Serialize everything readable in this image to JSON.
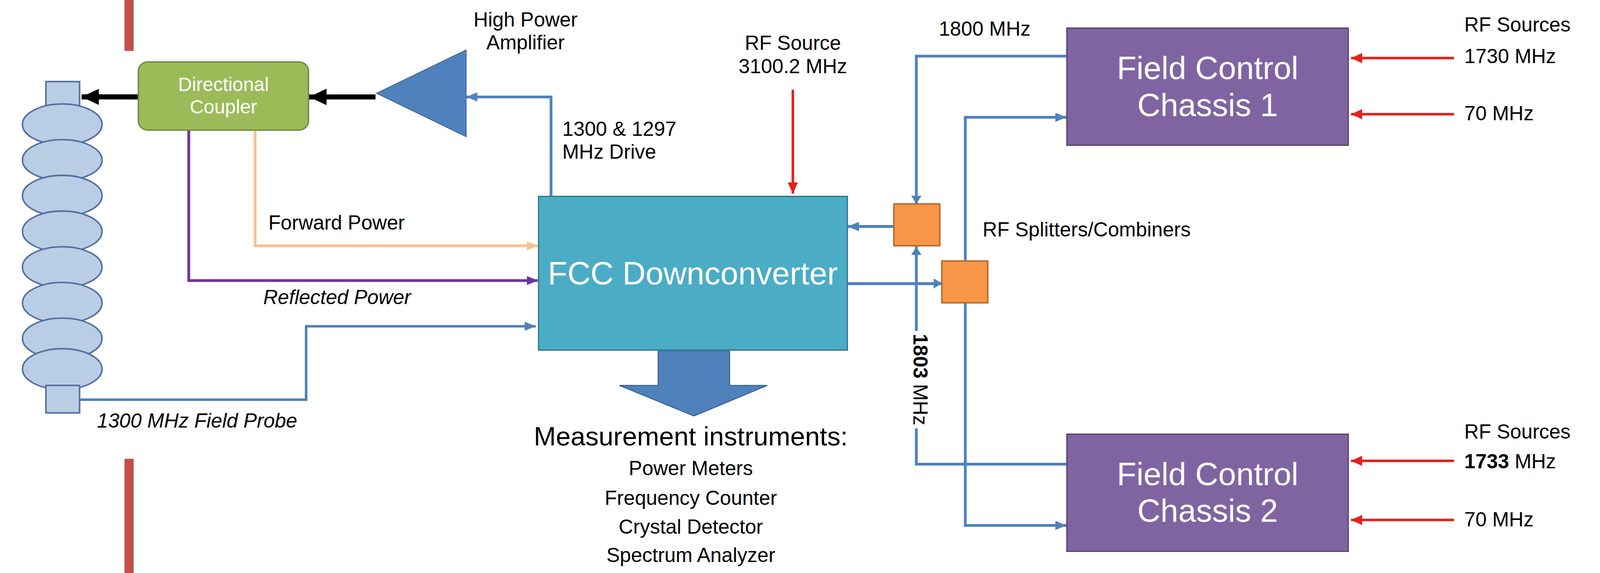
{
  "diagram": {
    "nodes": [
      {
        "text": [
          "Directional Coupler"
        ]
      },
      {
        "text": [
          "High Power Amplifier"
        ]
      },
      {
        "text": [
          "FCC Downconverter"
        ]
      },
      {
        "text": [
          "Field Control Chassis 1"
        ]
      },
      {
        "text": [
          "Field Control Chassis 2"
        ]
      }
    ],
    "edges": [
      {
        "from": 1,
        "to": 0,
        "arrow": "to"
      },
      {
        "from": 2,
        "to": 1,
        "label": "1300 & 1297 MHz Drive",
        "arrow": "to"
      },
      {
        "from": 0,
        "to": 2,
        "label": "Forward Power",
        "arrow": "to"
      },
      {
        "from": 0,
        "to": 2,
        "label": "Reflected Power",
        "arrow": "to"
      },
      {
        "from": 3,
        "to": 2,
        "label": "1800 MHz",
        "arrow": "to"
      },
      {
        "from": 4,
        "to": 2,
        "label": "1803 MHz",
        "arrow": "to"
      },
      {
        "from": 2,
        "to": 3,
        "arrow": "to"
      },
      {
        "from": 2,
        "to": 4,
        "arrow": "to"
      }
    ],
    "labels": [
      "RF Source 3100.2 MHz",
      "RF Sources",
      "1730 MHz",
      "70 MHz",
      "RF Splitters/Combiners",
      "RF Sources",
      "1733 MHz",
      "70 MHz",
      "1300 MHz Field Probe",
      "Measurement instruments:",
      "Power Meters",
      "Frequency Counter",
      "Crystal Detector",
      "Spectrum Analyzer"
    ]
  }
}
